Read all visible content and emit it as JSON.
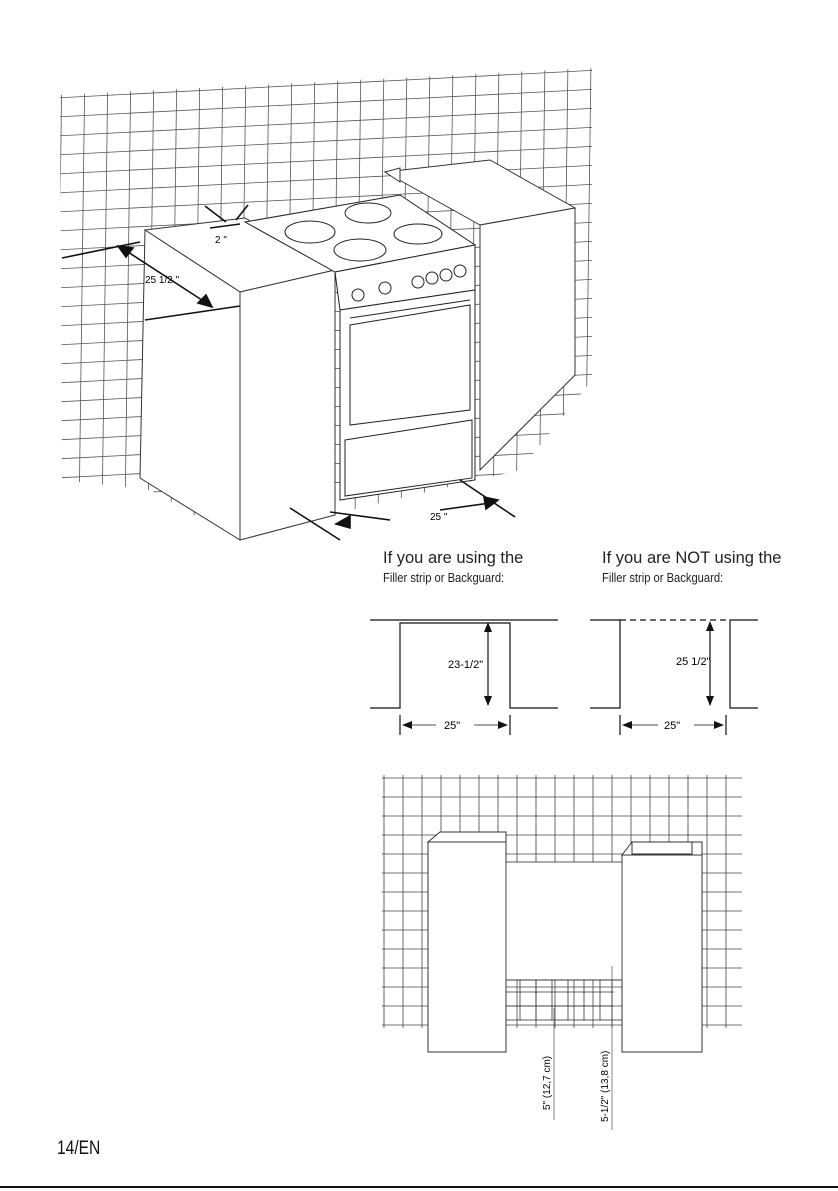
{
  "top_figure": {
    "dim_gap": "2 \"",
    "dim_depth": "25 1/2 \"",
    "dim_width": "25 \""
  },
  "with_filler": {
    "caption_line1": "If you are using the",
    "caption_line2": "Filler strip or Backguard:",
    "dim_height": "23-1/2\"",
    "dim_width": "25\""
  },
  "without_filler": {
    "caption_line1": "If you are NOT using the",
    "caption_line2": "Filler strip or Backguard:",
    "dim_height": "25 1/2\"",
    "dim_width": "25\""
  },
  "bottom_figure": {
    "dim_left": "5\" (12,7 cm)",
    "dim_right": "5-1/2\" (13,8 cm)"
  },
  "footer": {
    "page_label": "14/EN"
  }
}
